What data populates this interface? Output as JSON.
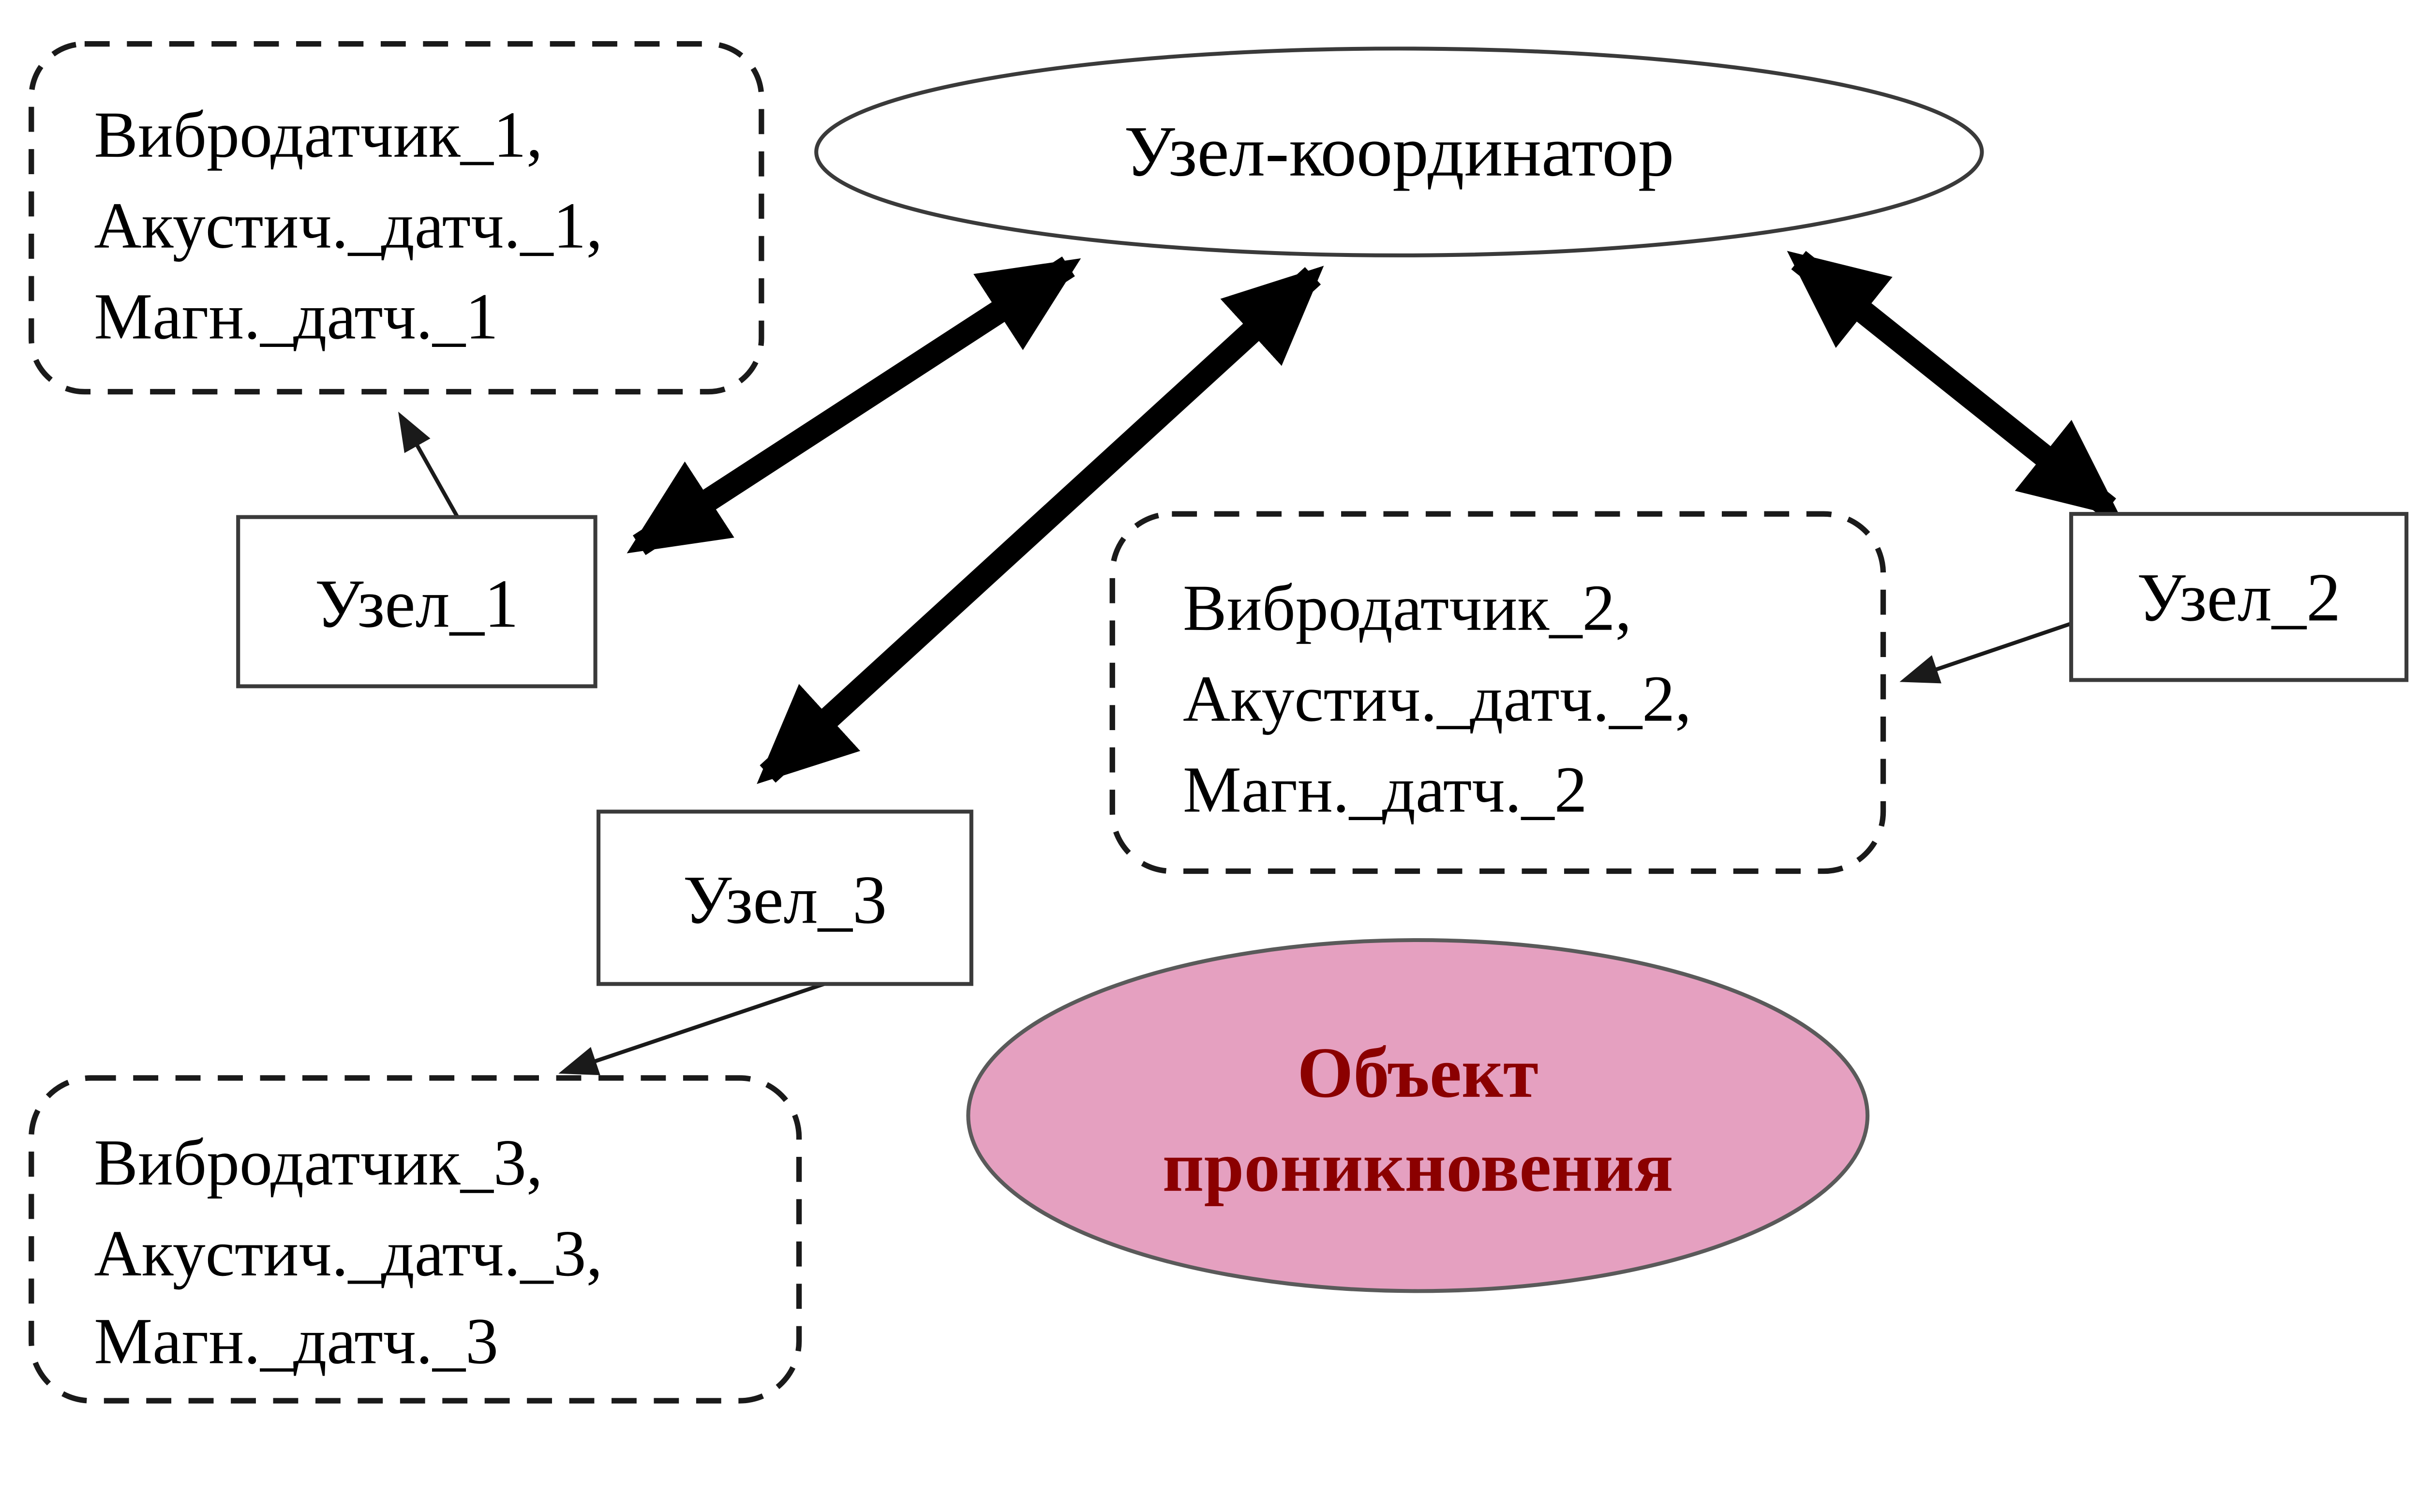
{
  "diagram": {
    "coordinator": {
      "label": "Узел-координатор"
    },
    "nodes": [
      {
        "label": "Узел_1"
      },
      {
        "label": "Узел_2"
      },
      {
        "label": "Узел_3"
      }
    ],
    "sensor_boxes": [
      {
        "lines": [
          "Вибродатчик_1,",
          "Акустич._датч._1,",
          "Магн._датч._1"
        ]
      },
      {
        "lines": [
          "Вибродатчик_2,",
          "Акустич._датч._2,",
          "Магн._датч._2"
        ]
      },
      {
        "lines": [
          "Вибродатчик_3,",
          "Акустич._датч._3,",
          "Магн._датч._3"
        ]
      }
    ],
    "intrusion_object": {
      "lines": [
        "Объект",
        "проникновения"
      ]
    },
    "colors": {
      "object_fill": "#E5A0C0",
      "object_stroke": "#5a5a5a",
      "object_text": "#8B0000",
      "line": "#000000"
    }
  }
}
